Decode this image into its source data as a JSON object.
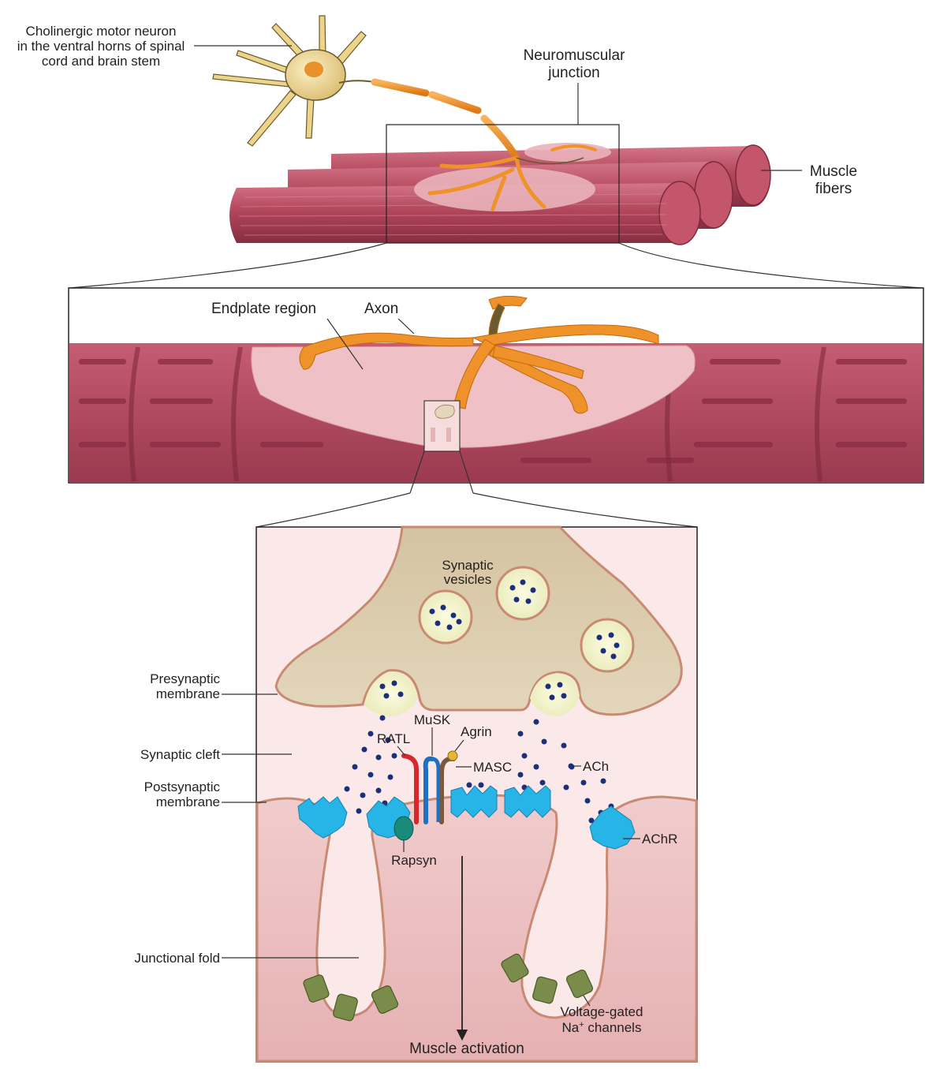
{
  "labels": {
    "neuron_line1": "Cholinergic motor neuron",
    "neuron_line2": "in the ventral horns of spinal",
    "neuron_line3": "cord and brain stem",
    "nmj_line1": "Neuromuscular",
    "nmj_line2": "junction",
    "muscle_line1": "Muscle",
    "muscle_line2": "fibers",
    "endplate": "Endplate region",
    "axon": "Axon",
    "synaptic_vesicles_line1": "Synaptic",
    "synaptic_vesicles_line2": "vesicles",
    "presynaptic_line1": "Presynaptic",
    "presynaptic_line2": "membrane",
    "synaptic_cleft": "Synaptic cleft",
    "postsynaptic_line1": "Postsynaptic",
    "postsynaptic_line2": "membrane",
    "junctional_fold": "Junctional fold",
    "musk": "MuSK",
    "agrin": "Agrin",
    "ratl": "RATL",
    "masc": "MASC",
    "ach": "ACh",
    "achr": "AChR",
    "rapsyn": "Rapsyn",
    "na_line1": "Voltage-gated",
    "na_line2_prefix": "Na",
    "na_line2_sup": "+",
    "na_line2_suffix": " channels",
    "muscle_activation": "Muscle activation"
  },
  "colors": {
    "muscle": "#b3475c",
    "muscle_dark": "#7e2a3b",
    "axon_orange": "#f0922a",
    "neuron_yellow": "#ecd48a",
    "terminal_tan": "#d9c9a8",
    "membrane": "#c98a74",
    "cleft_pink": "#fbe9ea",
    "postsynaptic_pink": "#eec4c4",
    "receptor_blue": "#27b4e6",
    "ach_dot": "#1b2f7a",
    "vesicle_fill": "#f2f2c8",
    "channel_green": "#7a8c4a",
    "ratl_red": "#d8272c",
    "musk_blue": "#1f6fc2",
    "masc_brown": "#7a5a3c",
    "agrin_yellow": "#e8b530",
    "rapsyn_teal": "#1a8a7a"
  }
}
